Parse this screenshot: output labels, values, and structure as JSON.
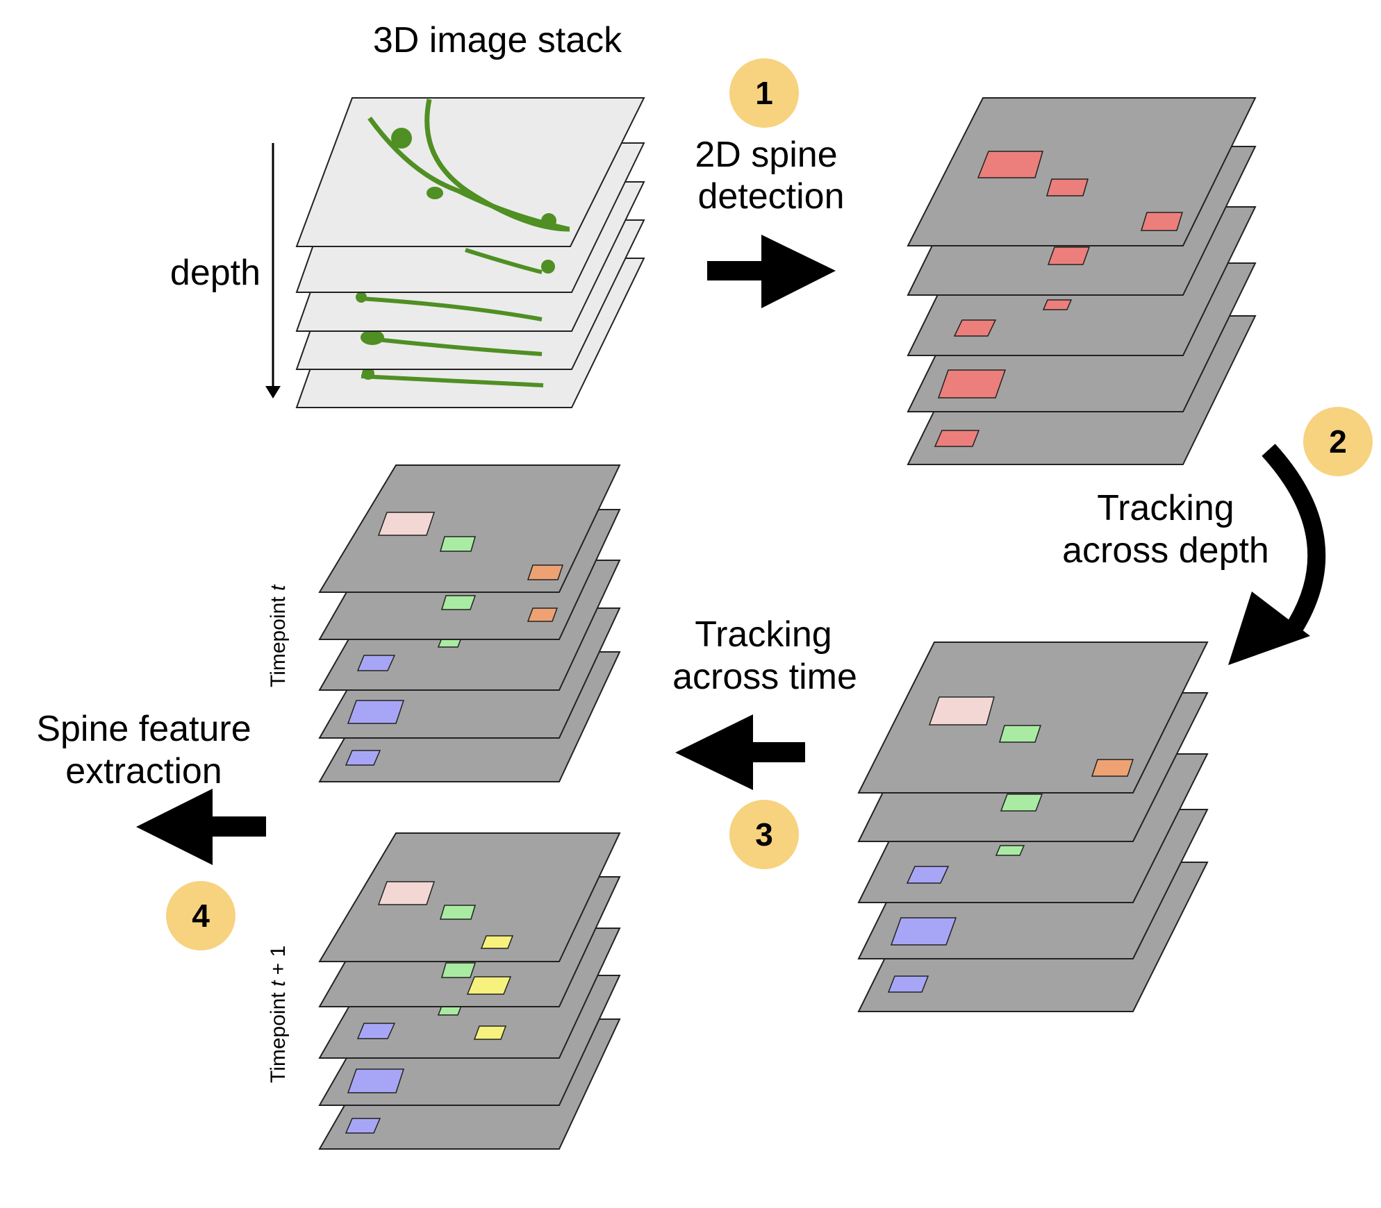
{
  "labels": {
    "stack_title": "3D image stack",
    "depth": "depth",
    "step1_line1": "2D spine",
    "step1_line2": "detection",
    "step2_line1": "Tracking",
    "step2_line2": "across depth",
    "step3_line1": "Tracking",
    "step3_line2": "across time",
    "step4_line1": "Spine feature",
    "step4_line2": "extraction",
    "timepoint_t_prefix": "Timepoint ",
    "timepoint_t_var": "t",
    "timepoint_t1_prefix": "Timepoint ",
    "timepoint_t1_var": "t",
    "timepoint_t1_suffix": " + 1"
  },
  "badges": [
    "1",
    "2",
    "3",
    "4"
  ],
  "colors": {
    "raw_slice": "#ebebeb",
    "detected_slice": "#a3a3a3",
    "dendrite": "#4f8f23",
    "badge": "#f7d27f",
    "spine_red": "#ec7f7b",
    "spine_pink": "#f3d7d5",
    "spine_green": "#a9eba2",
    "spine_orange": "#eea274",
    "spine_blue": "#a7a6f6",
    "spine_yellow": "#f6f27d"
  }
}
